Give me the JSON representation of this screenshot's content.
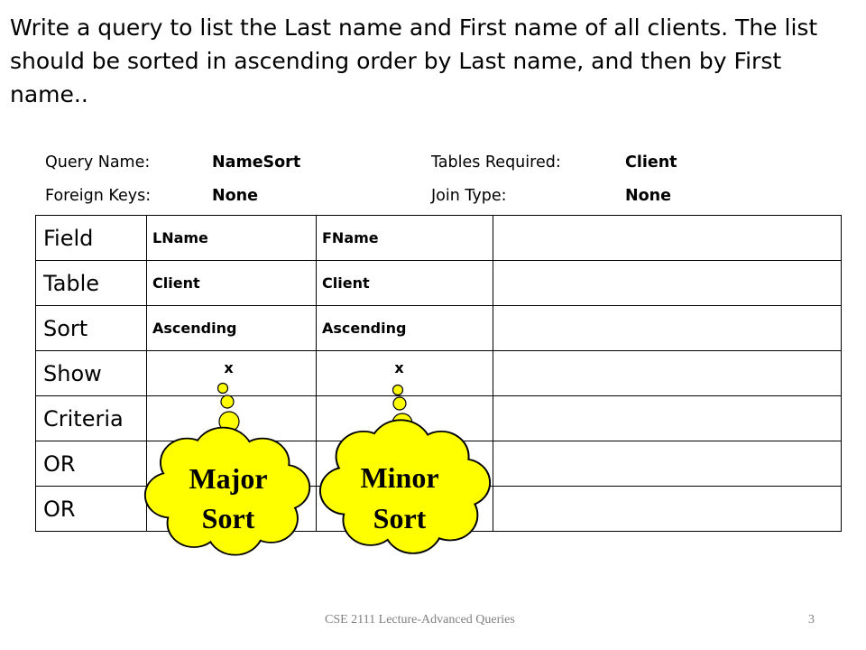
{
  "intro": "Write a query to list the Last name and First name of all clients. The list should be sorted in ascending order by Last name, and then by First name..",
  "meta": {
    "query_name_label": "Query Name:",
    "query_name_value": "NameSort",
    "tables_required_label": "Tables Required:",
    "tables_required_value": "Client",
    "foreign_keys_label": "Foreign Keys:",
    "foreign_keys_value": "None",
    "join_type_label": "Join Type:",
    "join_type_value": "None"
  },
  "grid": {
    "rows": [
      {
        "label": "Field",
        "c1": "LName",
        "c2": "FName",
        "c3": ""
      },
      {
        "label": "Table",
        "c1": "Client",
        "c2": "Client",
        "c3": ""
      },
      {
        "label": "Sort",
        "c1": "Ascending",
        "c2": "Ascending",
        "c3": ""
      },
      {
        "label": "Show",
        "c1": "x",
        "c2": "x",
        "c3": ""
      },
      {
        "label": "Criteria",
        "c1": "",
        "c2": "",
        "c3": ""
      },
      {
        "label": "OR",
        "c1": "",
        "c2": "",
        "c3": ""
      },
      {
        "label": "OR",
        "c1": "",
        "c2": "",
        "c3": ""
      }
    ]
  },
  "callouts": {
    "major": {
      "line1": "Major",
      "line2": "Sort"
    },
    "minor": {
      "line1": "Minor",
      "line2": "Sort"
    }
  },
  "colors": {
    "callout_fill": "#ffff00",
    "callout_stroke": "#000000"
  },
  "footer": {
    "title": "CSE 2111 Lecture-Advanced Queries",
    "page": "3"
  }
}
